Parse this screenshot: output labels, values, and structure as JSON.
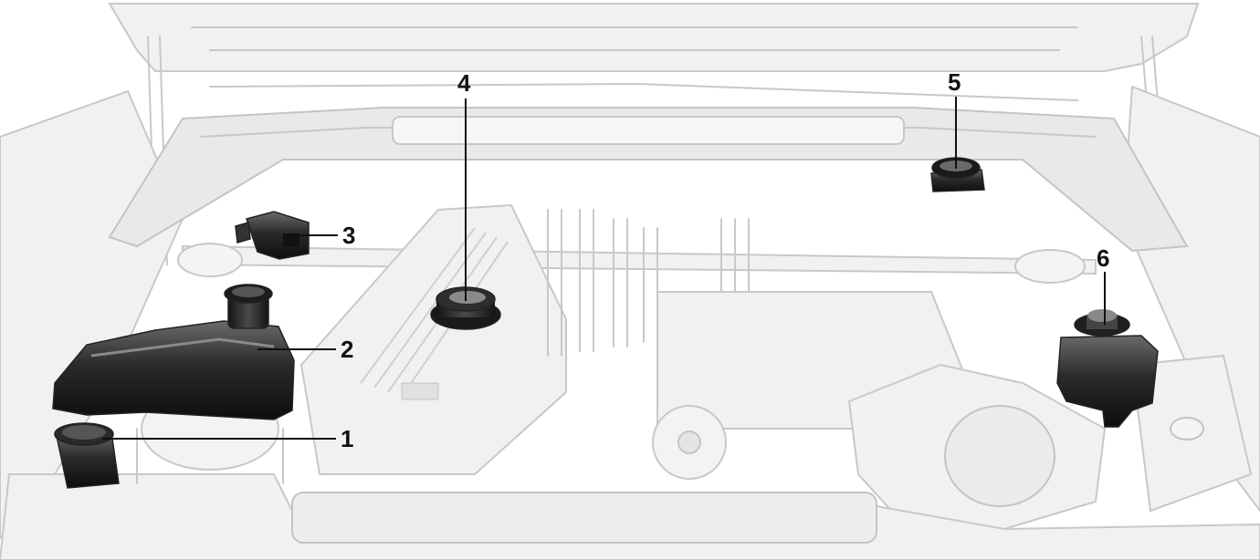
{
  "callouts": [
    {
      "id": "1",
      "label": "1"
    },
    {
      "id": "2",
      "label": "2"
    },
    {
      "id": "3",
      "label": "3"
    },
    {
      "id": "4",
      "label": "4"
    },
    {
      "id": "5",
      "label": "5"
    },
    {
      "id": "6",
      "label": "6"
    }
  ],
  "colors": {
    "background": "#ffffff",
    "line_art": "#c8c8c8",
    "highlighted_part": "#1a1a1a",
    "label": "#111111"
  }
}
